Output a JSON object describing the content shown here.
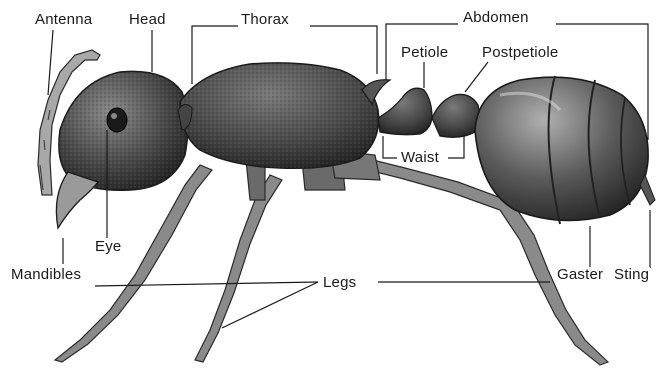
{
  "diagram": {
    "labels": {
      "antenna": "Antenna",
      "head": "Head",
      "thorax": "Thorax",
      "abdomen": "Abdomen",
      "petiole": "Petiole",
      "postpetiole": "Postpetiole",
      "waist": "Waist",
      "eye": "Eye",
      "mandibles": "Mandibles",
      "legs": "Legs",
      "gaster": "Gaster",
      "sting": "Sting"
    },
    "colors": {
      "ink": "#1a1a1a",
      "body_dark": "#3a3a3a",
      "body_mid": "#6b6b6b",
      "body_light": "#9a9a9a",
      "background": "#ffffff"
    }
  }
}
